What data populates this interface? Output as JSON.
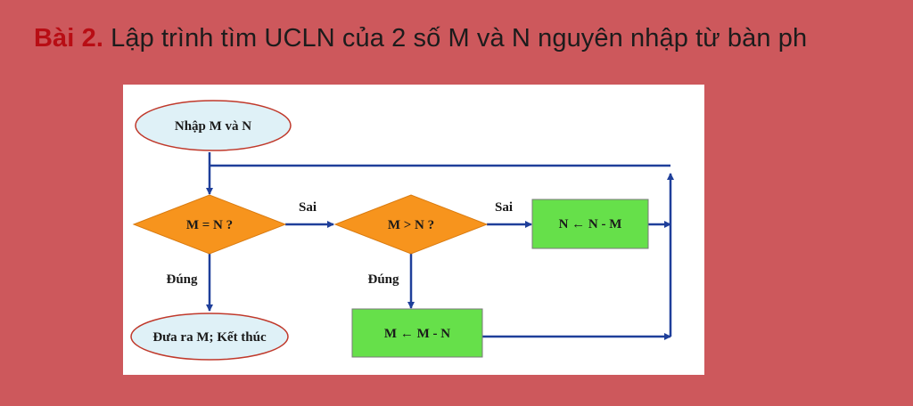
{
  "heading": {
    "number": "Bài 2.",
    "text": "Lập trình tìm UCLN của 2 số M và N nguyên nhập từ bàn ph"
  },
  "flowchart": {
    "start": "Nhập M và N",
    "decision1": "M = N ?",
    "decision2": "M > N ?",
    "process_n": "N ← N - M",
    "process_m": "M ← M - N",
    "end": "Đưa ra M; Kết thúc",
    "label_false_1": "Sai",
    "label_false_2": "Sai",
    "label_true_1": "Đúng",
    "label_true_2": "Đúng"
  },
  "colors": {
    "background": "#cd585c",
    "heading_number": "#b80d14",
    "terminal_fill": "#dff1f7",
    "terminal_stroke": "#c0392b",
    "decision_fill": "#f7941d",
    "process_fill": "#66e04a",
    "arrow": "#1f3f9a"
  }
}
